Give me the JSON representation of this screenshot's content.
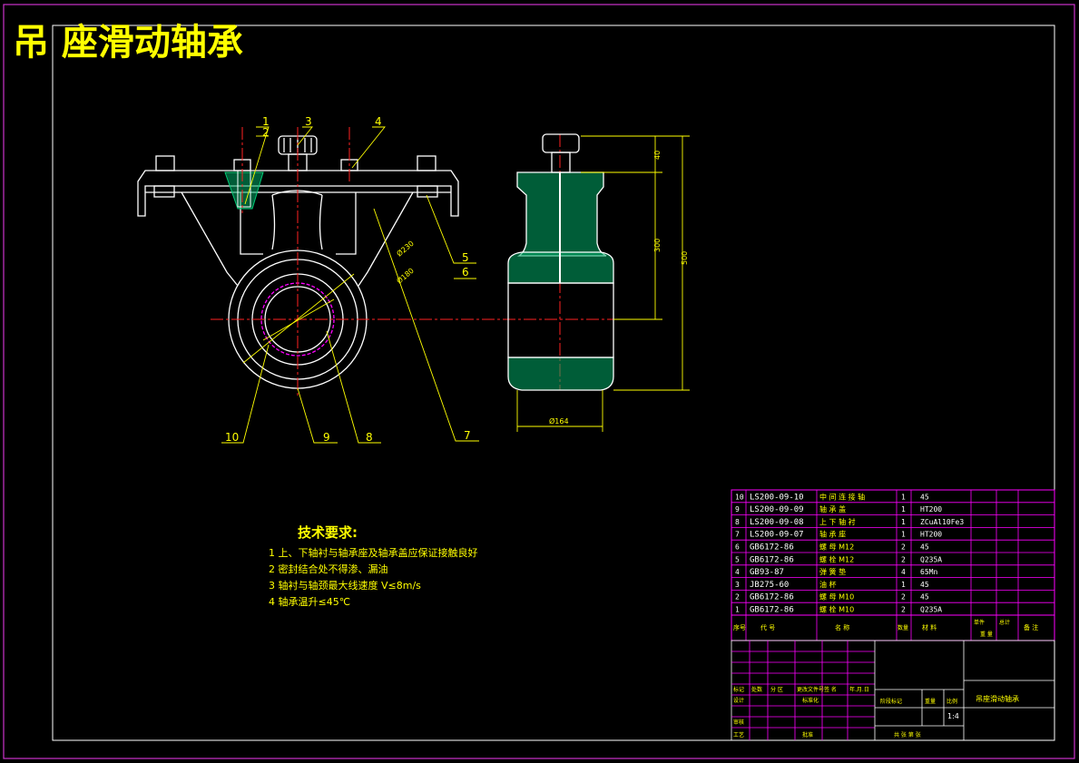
{
  "drawing_title": "吊 座滑动轴承",
  "balloons": {
    "b1": "1",
    "b2": "2",
    "b3": "3",
    "b4": "4",
    "b5": "5",
    "b6": "6",
    "b7": "7",
    "b8": "8",
    "b9": "9",
    "b10": "10"
  },
  "dims": {
    "dia_outer": "Ø230",
    "dia_inner": "Ø180",
    "dia_side": "Ø164",
    "h_40": "40",
    "h_300": "300",
    "h_500": "500"
  },
  "tech": {
    "heading": "技术要求:",
    "items": [
      "1  上、下轴衬与轴承座及轴承盖应保证接触良好",
      "2  密封结合处不得渗、漏油",
      "3  轴衬与轴颈最大线速度 V≤8m/s",
      "4  轴承温升≤45℃"
    ]
  },
  "bom": [
    {
      "no": "10",
      "code": "LS200-09-10",
      "name": "中 间 连 接 轴",
      "qty": "1",
      "mat": "45"
    },
    {
      "no": "9",
      "code": "LS200-09-09",
      "name": "轴      承      盖",
      "qty": "1",
      "mat": "HT200"
    },
    {
      "no": "8",
      "code": "LS200-09-08",
      "name": "上  下  轴  衬",
      "qty": "1",
      "mat": "ZCuAl10Fe3"
    },
    {
      "no": "7",
      "code": "LS200-09-07",
      "name": "轴      承      座",
      "qty": "1",
      "mat": "HT200"
    },
    {
      "no": "6",
      "code": "GB6172-86",
      "name": "螺 母                M12",
      "qty": "2",
      "mat": "45"
    },
    {
      "no": "5",
      "code": "GB6172-86",
      "name": "螺 栓                M12",
      "qty": "2",
      "mat": "Q235A"
    },
    {
      "no": "4",
      "code": "GB93-87",
      "name": "弹      簧      垫",
      "qty": "4",
      "mat": "65Mn"
    },
    {
      "no": "3",
      "code": "JB275-60",
      "name": "油              杯",
      "qty": "1",
      "mat": "45"
    },
    {
      "no": "2",
      "code": "GB6172-86",
      "name": "螺 母                M10",
      "qty": "2",
      "mat": "45"
    },
    {
      "no": "1",
      "code": "GB6172-86",
      "name": "螺 栓                M10",
      "qty": "2",
      "mat": "Q235A"
    }
  ],
  "bom_header": {
    "no": "序号",
    "code": "代    号",
    "name": "名        称",
    "qty": "数量",
    "mat": "材        料",
    "unit_w": "单件",
    "total_w": "总计",
    "weight": "重    量",
    "note": "备  注"
  },
  "title_block": {
    "mark": "标记",
    "count": "处数",
    "zone": "分  区",
    "change_doc": "更改文件号",
    "sign": "签  名",
    "date": "年.月.日",
    "designer": "设计",
    "standard": "标准化",
    "review": "审核",
    "process": "工艺",
    "approve": "批准",
    "stage": "阶段标记",
    "weight": "重量",
    "scale": "比例",
    "scale_value": "1:4",
    "sheets": "共   张   第   张",
    "name": "吊座滑动轴承"
  },
  "colors": {
    "background": "#000000",
    "frame": "#cc33cc",
    "outline": "#ffffff",
    "center": "#ff2222",
    "dimension": "#ffff00",
    "hatch": "#00aa66",
    "magenta": "#ff00ff",
    "title_text": "#ffff00"
  }
}
